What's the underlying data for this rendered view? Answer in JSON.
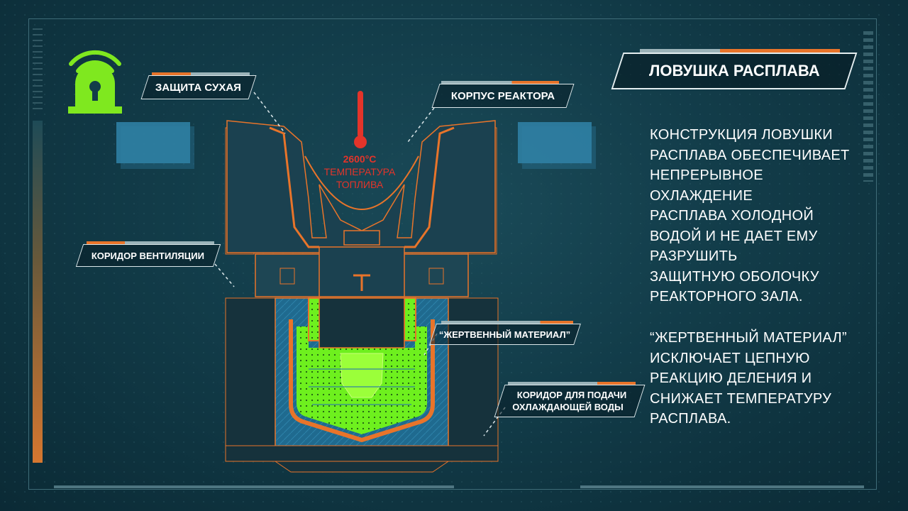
{
  "title": "ЛОВУШКА РАСПЛАВА",
  "labels": {
    "dry_protection": "ЗАЩИТА СУХАЯ",
    "reactor_vessel": "КОРПУС РЕАКТОРА",
    "ventilation_corridor": "КОРИДОР ВЕНТИЛЯЦИИ",
    "sacrificial_material": "“ЖЕРТВЕННЫЙ МАТЕРИАЛ”",
    "water_corridor_line1": "КОРИДОР ДЛЯ ПОДАЧИ",
    "water_corridor_line2": "ОХЛАЖДАЮЩЕЙ ВОДЫ"
  },
  "temperature": {
    "value": "2600°С",
    "line1": "ТЕМПЕРАТУРА",
    "line2": "ТОПЛИВА"
  },
  "description": {
    "paragraph1": [
      "КОНСТРУКЦИЯ ЛОВУШКИ",
      "РАСПЛАВА ОБЕСПЕЧИВАЕТ",
      "НЕПРЕРЫВНОЕ",
      "ОХЛАЖДЕНИЕ",
      "РАСПЛАВА ХОЛОДНОЙ",
      "ВОДОЙ И НЕ ДАЕТ ЕМУ",
      "РАЗРУШИТЬ",
      "ЗАЩИТНУЮ ОБОЛОЧКУ",
      "РЕАКТОРНОГО ЗАЛА."
    ],
    "paragraph2": [
      "“ЖЕРТВЕННЫЙ МАТЕРИАЛ”",
      "ИСКЛЮЧАЕТ ЦЕПНУЮ",
      "РЕАКЦИЮ ДЕЛЕНИЯ И",
      "СНИЖАЕТ ТЕМПЕРАТУРУ",
      "РАСПЛАВА."
    ]
  },
  "icons": {
    "alarm": "alarm-beacon-icon",
    "thermometer": "thermometer-icon"
  },
  "colors": {
    "accent_orange": "#e8742a",
    "alarm_green": "#7fe81f",
    "melt_green": "#6ef01e",
    "temperature_red": "#e3342a",
    "water_blue": "#2f7fa3"
  }
}
